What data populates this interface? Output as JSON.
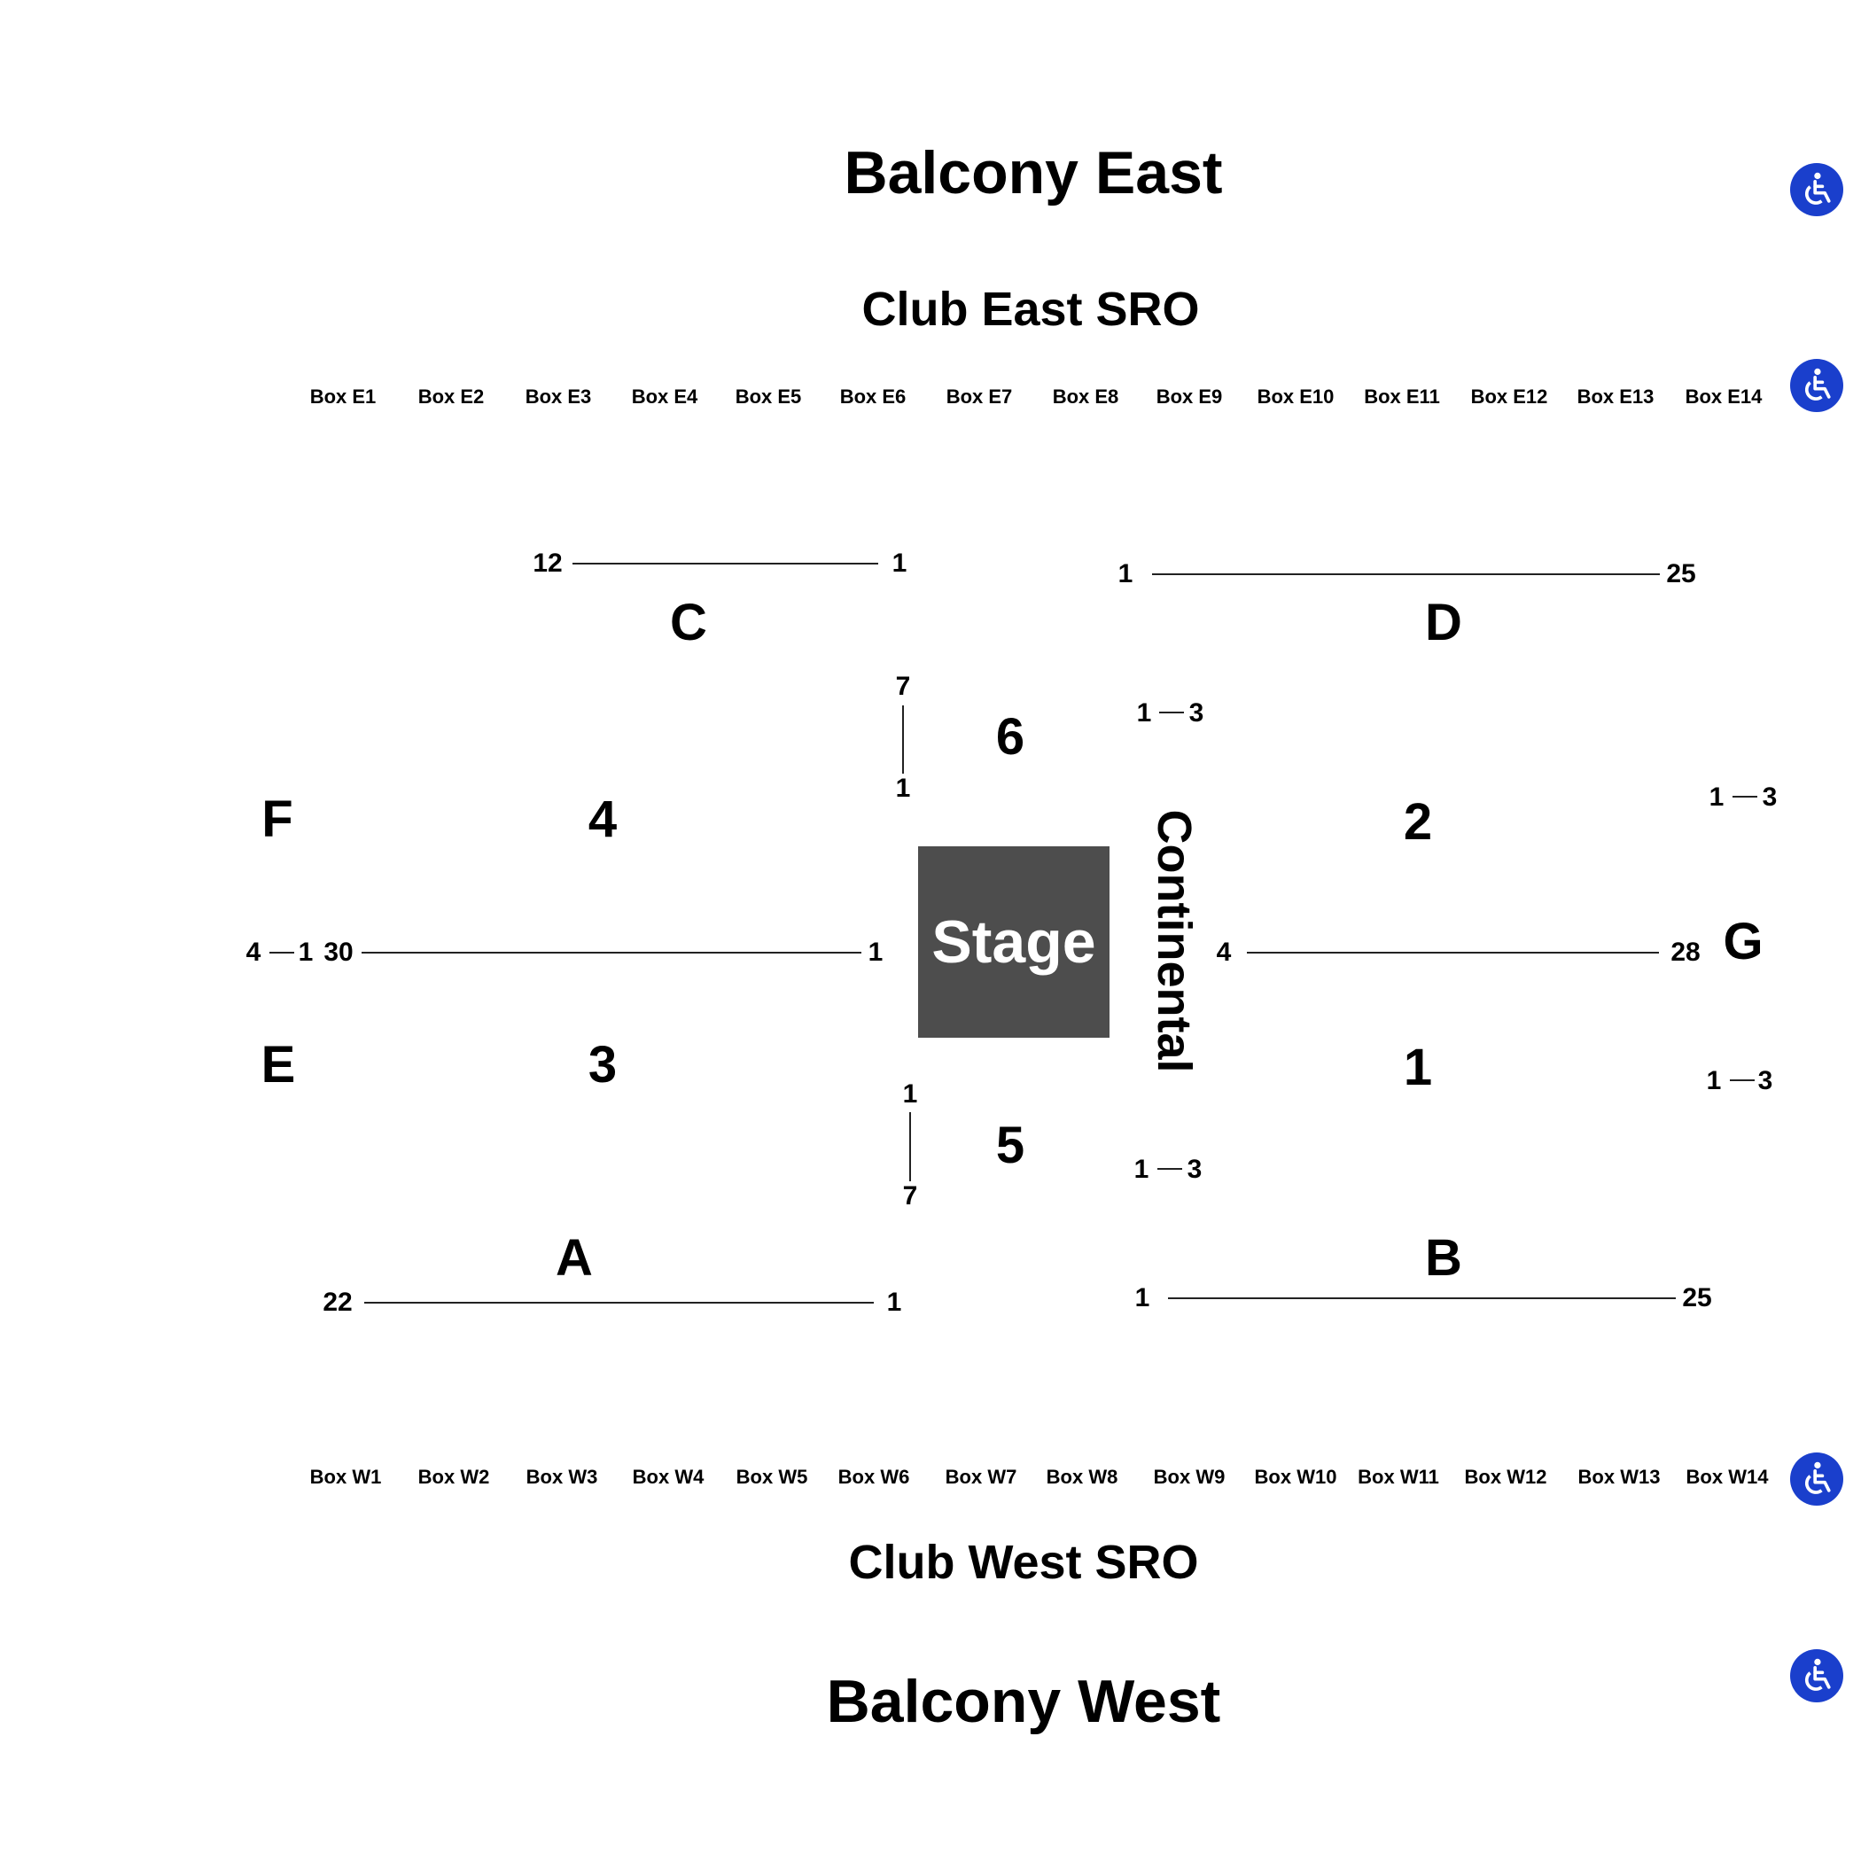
{
  "map": {
    "balcony_east": "Balcony East",
    "club_east": "Club East SRO",
    "club_west": "Club West SRO",
    "balcony_west": "Balcony West",
    "stage": "Stage",
    "continental": "Continental",
    "boxes_east": [
      "Box E1",
      "Box E2",
      "Box E3",
      "Box E4",
      "Box E5",
      "Box E6",
      "Box E7",
      "Box E8",
      "Box E9",
      "Box E10",
      "Box E11",
      "Box E12",
      "Box E13",
      "Box E14"
    ],
    "boxes_west": [
      "Box W1",
      "Box W2",
      "Box W3",
      "Box W4",
      "Box W5",
      "Box W6",
      "Box W7",
      "Box W8",
      "Box W9",
      "Box W10",
      "Box W11",
      "Box W12",
      "Box W13",
      "Box W14"
    ],
    "sections": {
      "A": "A",
      "B": "B",
      "C": "C",
      "D": "D",
      "E": "E",
      "F": "F",
      "G": "G",
      "s1": "1",
      "s2": "2",
      "s3": "3",
      "s4": "4",
      "s5": "5",
      "s6": "6"
    },
    "rows": {
      "c_start": "12",
      "c_end": "1",
      "d_start": "1",
      "d_end": "25",
      "s6_top": "7",
      "s6_bottom": "1",
      "top_right_a": "1",
      "top_right_b": "3",
      "far_right_top_a": "1",
      "far_right_top_b": "3",
      "left_mid_a": "4",
      "left_mid_b": "1",
      "left_mid_c": "30",
      "mid_left_end": "1",
      "mid_right_start": "4",
      "mid_right_end": "28",
      "s5_top": "1",
      "s5_bottom": "7",
      "bottom_right_a": "1",
      "bottom_right_b": "3",
      "far_right_bottom_a": "1",
      "far_right_bottom_b": "3",
      "a_start": "22",
      "a_end": "1",
      "b_start": "1",
      "b_end": "25"
    },
    "accessibility_icon": "wheelchair-icon",
    "colors": {
      "stage": "#4d4d4d",
      "accessibility": "#1a3fcc",
      "text": "#000000"
    }
  }
}
